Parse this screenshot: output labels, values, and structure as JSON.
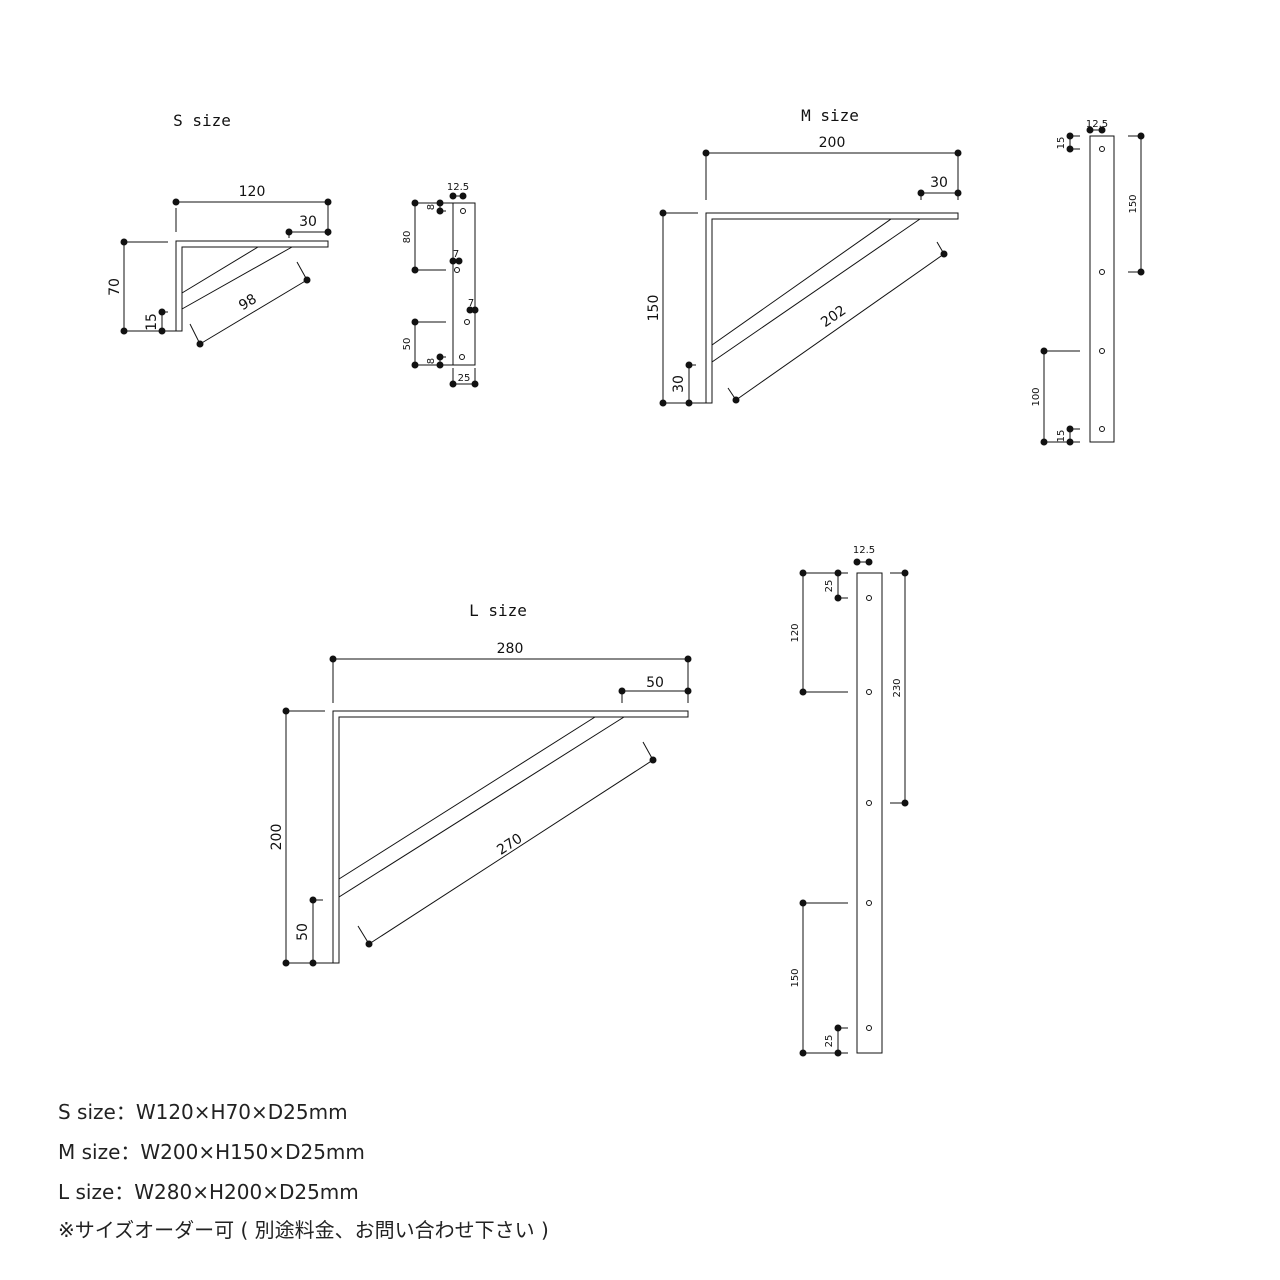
{
  "titles": {
    "s": "S size",
    "m": "M size",
    "l": "L size"
  },
  "s_bracket": {
    "width": "120",
    "inset": "30",
    "height": "70",
    "bottom": "15",
    "brace": "98"
  },
  "s_strip": {
    "offset": "12.5",
    "top_gap": "8",
    "upper": "80",
    "hole_a": "7",
    "hole_b": "7",
    "lower": "50",
    "bottom_gap": "8",
    "width": "25"
  },
  "m_bracket": {
    "width": "200",
    "inset": "30",
    "height": "150",
    "bottom": "30",
    "brace": "202"
  },
  "m_strip": {
    "offset": "12.5",
    "top_gap": "15",
    "upper": "150",
    "lower": "100",
    "bottom_gap": "15"
  },
  "l_bracket": {
    "width": "280",
    "inset": "50",
    "height": "200",
    "bottom": "50",
    "brace": "270"
  },
  "l_strip": {
    "offset": "12.5",
    "top_gap": "25",
    "upper": "120",
    "span": "230",
    "lower": "150",
    "bottom_gap": "25"
  },
  "specs": [
    "S size：W120×H70×D25mm",
    "M size：W200×H150×D25mm",
    "L size：W280×H200×D25mm",
    "※サイズオーダー可 ( 別途料金、お問い合わせ下さい )"
  ]
}
